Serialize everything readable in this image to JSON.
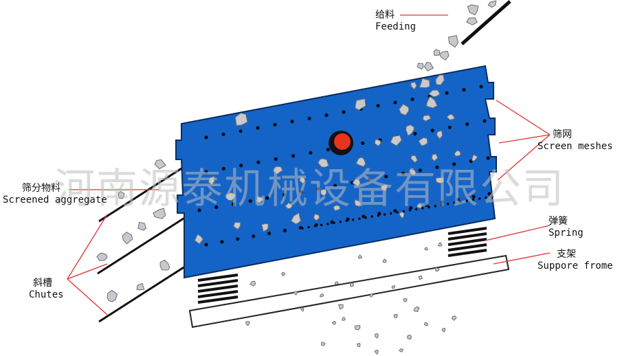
{
  "labels": {
    "feeding": {
      "zh": "给料",
      "en": "Feeding"
    },
    "screen_meshes": {
      "zh": "筛网",
      "en": "Screen meshes"
    },
    "screened_aggregate": {
      "zh": "筛分物料",
      "en": "Screened aggregate"
    },
    "spring": {
      "zh": "弹簧",
      "en": "Spring"
    },
    "support_frame": {
      "zh": "支架",
      "en": "Suppore frome"
    },
    "chutes": {
      "zh": "斜槽",
      "en": "Chutes"
    }
  },
  "watermark": "河南源泰机械设备有限公司",
  "colors": {
    "screen_body": "#1464c8",
    "vibrator": "#e8341c",
    "leader_line": "#e23030",
    "rock": "#c7c9cc"
  }
}
